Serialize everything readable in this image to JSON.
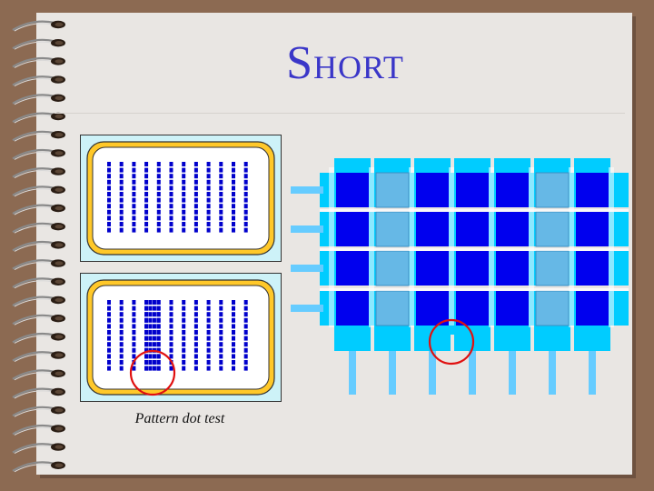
{
  "slide": {
    "title": "Short",
    "caption": "Pattern dot test"
  },
  "colors": {
    "title": "#3a36c8",
    "panel_bg": "#cdf2f8",
    "board_frame": "#ffc829",
    "dot": "#0000cc",
    "cell_dark": "#0000ee",
    "cell_light": "#66b8e6",
    "trace": "#00ccff",
    "lead": "#66ccff",
    "circle": "#e01010"
  },
  "panels": {
    "dot_columns": 12,
    "dot_rows": 12,
    "bridged_column_pair": [
      3,
      4
    ],
    "bridged_dots_per_row": 4
  },
  "electrode": {
    "columns": 7,
    "rows": 4,
    "light_columns": [
      1,
      5
    ],
    "short_between_columns": [
      2,
      3
    ],
    "side_leads": 4,
    "bottom_leads": 7
  }
}
